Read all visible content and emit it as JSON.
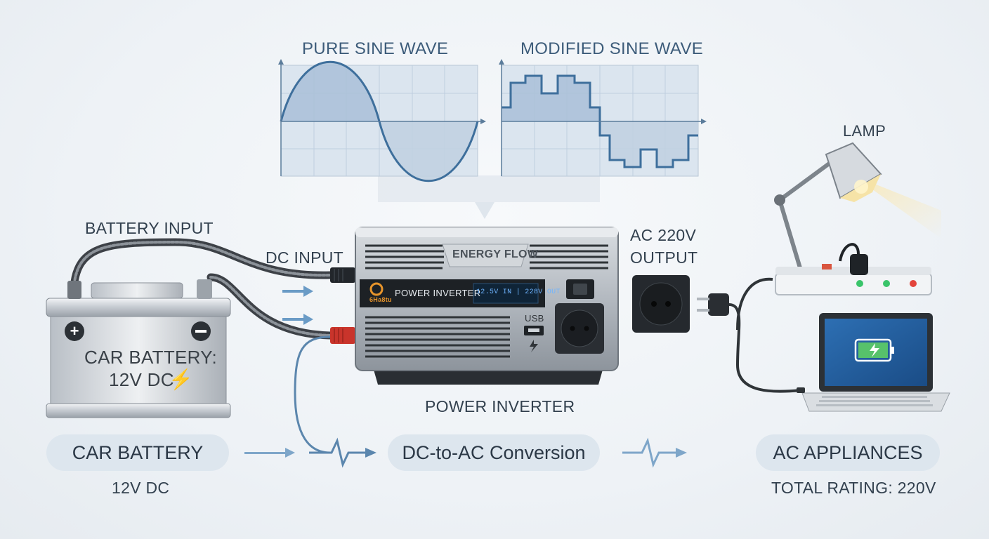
{
  "waves": {
    "pure_title": "PURE SINE WAVE",
    "modified_title": "MODIFIED SINE WAVE"
  },
  "battery": {
    "input_label": "BATTERY INPUT",
    "body_line1": "CAR BATTERY:",
    "body_line2": "12V DC",
    "pill_label": "CAR BATTERY",
    "sub_label": "12V DC"
  },
  "inverter": {
    "dc_input_label": "DC INPUT",
    "brand_plate": "ENERGY FLOW",
    "logo_text": "6Ha8tu",
    "name_on_panel": "POWER INVERTER",
    "display_text": "12.5V IN | 228V OUT",
    "usb_label": "USB",
    "caption": "POWER INVERTER"
  },
  "output": {
    "line1": "AC 220V",
    "line2": "OUTPUT"
  },
  "appliances": {
    "lamp_label": "LAMP",
    "pill_label": "AC APPLIANCES",
    "sub_label": "TOTAL RATING: 220V"
  },
  "flow": {
    "conversion_label": "DC-to-AC Conversion"
  },
  "colors": {
    "accent_blue": "#5b86ad",
    "pill_bg": "#dde6ee",
    "red_cable": "#c9342b",
    "lamp_glow": "#f6d58a"
  }
}
